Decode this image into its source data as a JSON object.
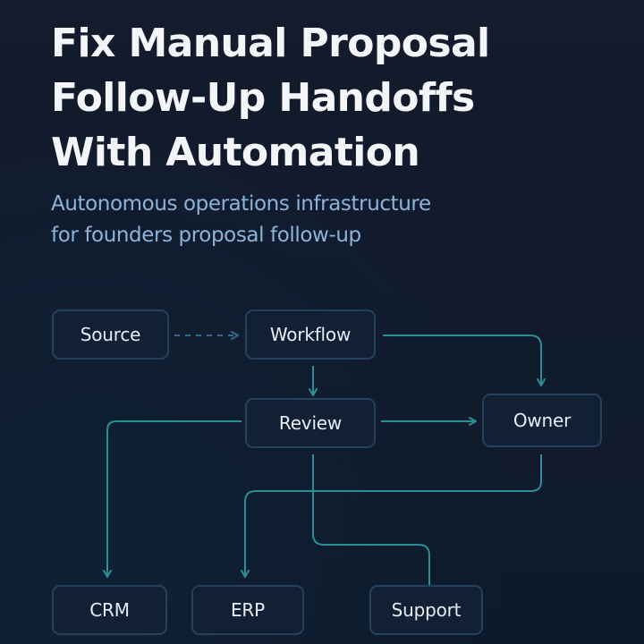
{
  "header": {
    "title_lines": [
      "Fix Manual Proposal",
      "Follow-Up Handoffs",
      "With Automation"
    ],
    "subtitle_lines": [
      "Autonomous operations infrastructure",
      "for founders proposal follow-up"
    ]
  },
  "diagram": {
    "nodes": {
      "source": "Source",
      "workflow": "Workflow",
      "review": "Review",
      "owner": "Owner",
      "crm": "CRM",
      "erp": "ERP",
      "support": "Support"
    },
    "colors": {
      "connector": "#2a8e96",
      "dashed_connector": "#2f6b8f",
      "node_border": "#26415c",
      "node_fill": "#112035"
    }
  }
}
